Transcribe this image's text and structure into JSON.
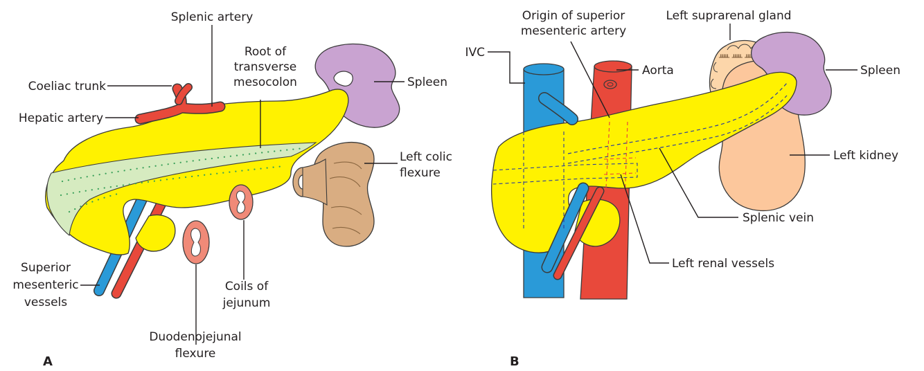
{
  "panels": {
    "a": {
      "letter": "A",
      "labels": {
        "splenic_artery": [
          "Splenic artery"
        ],
        "root_mesocolon": [
          "Root of",
          "transverse",
          "mesocolon"
        ],
        "coeliac_trunk": [
          "Coeliac trunk"
        ],
        "hepatic_artery": [
          "Hepatic artery"
        ],
        "spleen": [
          "Spleen"
        ],
        "left_colic_flexure": [
          "Left colic",
          "flexure"
        ],
        "superior_mesenteric_vessels": [
          "Superior",
          "mesenteric",
          "vessels"
        ],
        "coils_of_jejunum": [
          "Coils of",
          "jejunum"
        ],
        "duodenojejunal_flexure": [
          "Duodenojejunal",
          "flexure"
        ]
      }
    },
    "b": {
      "letter": "B",
      "labels": {
        "origin_sma": [
          "Origin of superior",
          "mesenteric artery"
        ],
        "left_suprarenal_gland": [
          "Left suprarenal gland"
        ],
        "ivc": [
          "IVC"
        ],
        "aorta": [
          "Aorta"
        ],
        "spleen": [
          "Spleen"
        ],
        "left_kidney": [
          "Left kidney"
        ],
        "splenic_vein": [
          "Splenic vein"
        ],
        "left_renal_vessels": [
          "Left renal vessels"
        ]
      }
    }
  },
  "colors": {
    "pancreas": "#fff200",
    "spleen": "#c9a3d1",
    "artery": "#e8493b",
    "vein": "#2a9ad8",
    "mesocolon": "#d6ebc0",
    "colon": "#d9ad82",
    "jejunum": "#f08a78",
    "kidney": "#fcc79c",
    "suprarenal": "#fcd6aa"
  }
}
